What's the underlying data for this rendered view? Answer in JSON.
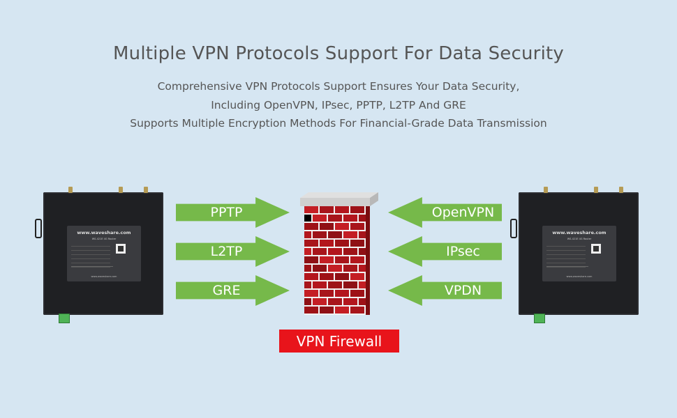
{
  "title": "Multiple VPN Protocols Support For Data Security",
  "subtitle_lines": [
    "Comprehensive VPN Protocols Support Ensures Your Data Security,",
    "Including OpenVPN, IPsec, PPTP, L2TP And GRE",
    "Supports Multiple Encryption Methods For Financial-Grade Data Transmission"
  ],
  "left_protocols": [
    "PPTP",
    "L2TP",
    "GRE"
  ],
  "right_protocols": [
    "OpenVPN",
    "IPsec",
    "VPDN"
  ],
  "firewall_label": "VPN Firewall",
  "router": {
    "brand": "www.waveshare.com",
    "model": "WS-421E 4G Router"
  },
  "colors": {
    "background": "#d6e6f2",
    "arrow": "#76b94a",
    "firewall_label_bg": "#e8141b",
    "brick": "#b3161d"
  }
}
